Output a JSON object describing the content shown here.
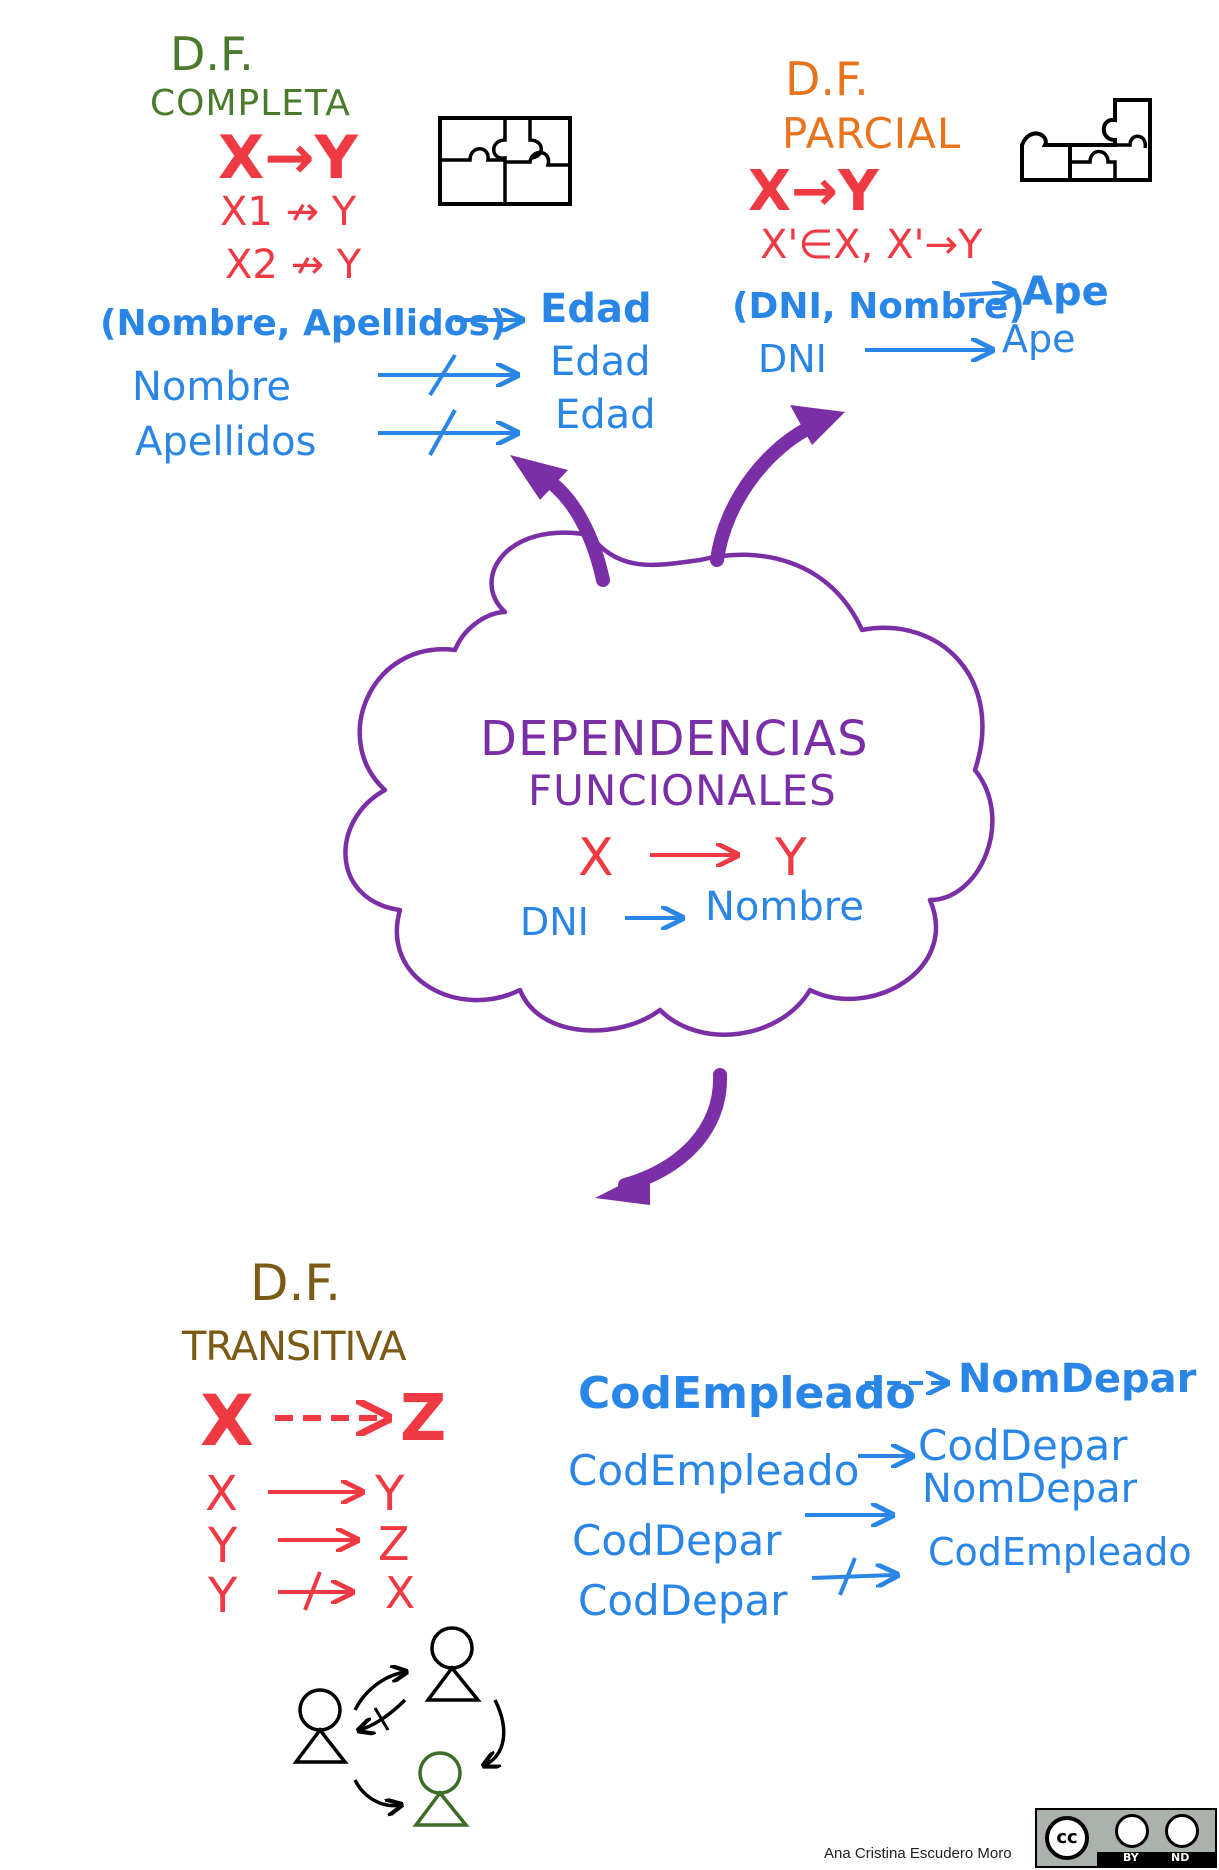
{
  "colors": {
    "green": "#4a7a2c",
    "orange": "#e8741e",
    "red": "#f03a43",
    "blue": "#2a86e6",
    "purple": "#7b2fa6",
    "olive": "#7a5a14",
    "dark_green": "#3f6b2a",
    "black": "#000000"
  },
  "center": {
    "title_line1": "DEPENDENCIAS",
    "title_line2": "FUNCIONALES",
    "rule_x": "X",
    "rule_y": "Y",
    "example_lhs": "DNI",
    "example_rhs": "Nombre"
  },
  "completa": {
    "title_line1": "D.F.",
    "title_line2": "COMPLETA",
    "main_rule": "X→Y",
    "rule_1": "X1 ↛ Y",
    "rule_2": "X2 ↛ Y",
    "example_1_lhs": "(Nombre, Apellidos)",
    "example_1_rhs": "Edad",
    "example_2_lhs": "Nombre",
    "example_2_rhs": "Edad",
    "example_3_lhs": "Apellidos",
    "example_3_rhs": "Edad",
    "icon": "puzzle-icon"
  },
  "parcial": {
    "title_line1": "D.F.",
    "title_line2": "PARCIAL",
    "main_rule": "X→Y",
    "rule_1": "X'∈X, X'→Y",
    "example_1_lhs": "(DNI, Nombre)",
    "example_1_rhs": "Ape",
    "example_2_lhs": "DNI",
    "example_2_rhs": "Ape",
    "icon": "puzzle-partial-icon"
  },
  "transitiva": {
    "title_line1": "D.F.",
    "title_line2": "TRANSITIVA",
    "main_lhs": "X",
    "main_rhs": "Z",
    "rule_1_lhs": "X",
    "rule_1_rhs": "Y",
    "rule_2_lhs": "Y",
    "rule_2_rhs": "Z",
    "rule_3_lhs": "Y",
    "rule_3_rhs": "X",
    "example_1_lhs": "CodEmpleado",
    "example_1_rhs": "NomDepar",
    "example_2_lhs": "CodEmpleado",
    "example_2_rhs": "CodDepar",
    "example_3_lhs": "CodDepar",
    "example_3_rhs": "NomDepar",
    "example_4_lhs": "CodDepar",
    "example_4_rhs": "CodEmpleado",
    "icon": "people-cycle-icon"
  },
  "footer": {
    "author": "Ana Cristina Escudero Moro",
    "license_cc": "cc",
    "license_by": "BY",
    "license_nd": "ND",
    "license_icon": "creative-commons-icon"
  }
}
